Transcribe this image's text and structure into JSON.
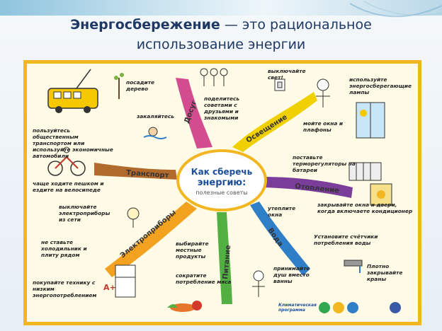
{
  "title": {
    "bold": "Энергосбережение",
    "rest": " — это рациональное",
    "line2": "использование энергии"
  },
  "center": {
    "line1": "Как сберечь",
    "line2": "энергию:",
    "subtitle": "полезные советы"
  },
  "branches": {
    "dosug": "Досуг",
    "osveschenie": "Освещение",
    "transport": "Транспорт",
    "otoplenie": "Отопление",
    "elektropribory": "Электроприборы",
    "voda": "Вода",
    "pitanie": "Питание"
  },
  "tips": {
    "posadite_derevo": "посадите дерево",
    "zakalyaytes": "закаляйтесь",
    "podelites": "поделитесь советами с друзьями и знакомыми",
    "vyklyuchayte_svet": "выключайте свет!",
    "energosberegayuschie": "используйте энергосберегающие лампы",
    "moyte_okna": "мойте окна и плафоны",
    "obschestvenny": "пользуйтесь общественным транспортом или используйте экономичные автомобили",
    "peshkom": "чаще ходите пешком и ездите на велосипеде",
    "termoregulyatory": "поставьте терморегуляторы на батареи",
    "uteplite": "утеплите окна",
    "zakryvayte_okna": "закрывайте окна и двери, когда включаете кондиционер",
    "vyklyuchayte_pribory": "выключайте электроприборы из сети",
    "holodilnik": "не ставьте холодильник и плиту рядом",
    "tehnika": "покупайте технику с низким энергопотреблением",
    "mestnye": "выбирайте местные продукты",
    "myaso": "сократите потребление мяса",
    "schetchiki": "Установите счётчики потребления воды",
    "dush": "принимайте душ вместо ванны",
    "krany": "Плотно закрывайте краны",
    "logo_text": "Климатическая программа"
  },
  "energy_label": "A+",
  "colors": {
    "title": "#1f3864",
    "frame": "#f2b620",
    "dosug": "#d24c8f",
    "osveschenie": "#f0d000",
    "transport": "#b06a2c",
    "otoplenie": "#7a3d9a",
    "elektropribory": "#f2a21f",
    "voda": "#2f7fc8",
    "pitanie": "#52b043",
    "center_text": "#1b4f9b"
  }
}
